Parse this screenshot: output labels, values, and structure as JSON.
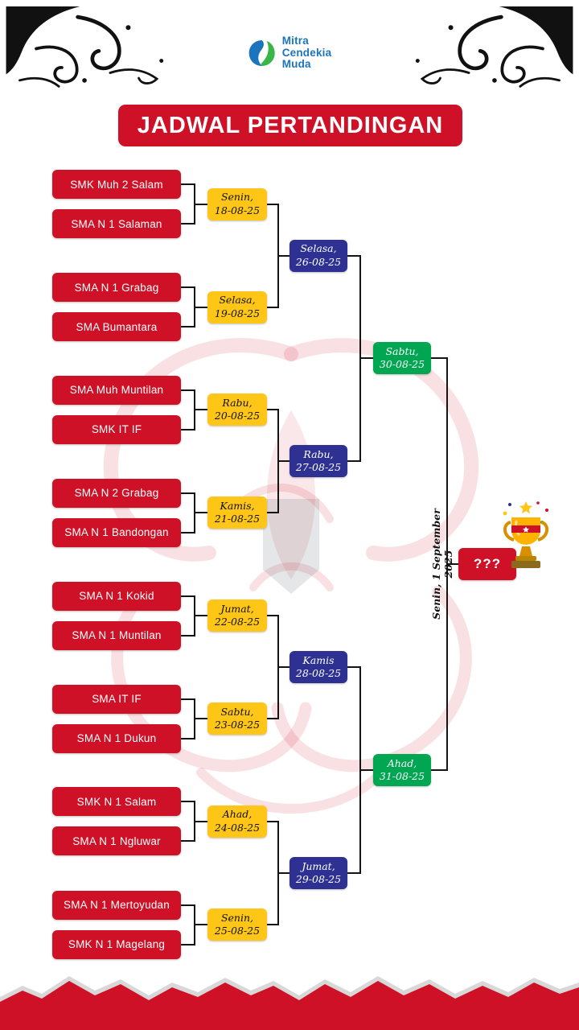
{
  "logo": {
    "name": "Mitra Cendekia Muda",
    "lines": [
      "Mitra",
      "Cendekia",
      "Muda"
    ]
  },
  "title": "JADWAL PERTANDINGAN",
  "bracket": {
    "round1": [
      {
        "team_a": "SMK Muh 2 Salam",
        "team_b": "SMA N 1 Salaman",
        "day": "Senin,",
        "date": "18-08-25"
      },
      {
        "team_a": "SMA N 1 Grabag",
        "team_b": "SMA Bumantara",
        "day": "Selasa,",
        "date": "19-08-25"
      },
      {
        "team_a": "SMA Muh Muntilan",
        "team_b": "SMK IT IF",
        "day": "Rabu,",
        "date": "20-08-25"
      },
      {
        "team_a": "SMA N 2 Grabag",
        "team_b": "SMA N 1 Bandongan",
        "day": "Kamis,",
        "date": "21-08-25"
      },
      {
        "team_a": "SMA N 1 Kokid",
        "team_b": "SMA N 1 Muntilan",
        "day": "Jumat,",
        "date": "22-08-25"
      },
      {
        "team_a": "SMA IT IF",
        "team_b": "SMA N 1 Dukun",
        "day": "Sabtu,",
        "date": "23-08-25"
      },
      {
        "team_a": "SMK N 1 Salam",
        "team_b": "SMA N 1 Ngluwar",
        "day": "Ahad,",
        "date": "24-08-25"
      },
      {
        "team_a": "SMA N 1 Mertoyudan",
        "team_b": "SMK N 1 Magelang",
        "day": "Senin,",
        "date": "25-08-25"
      }
    ],
    "round2": [
      {
        "day": "Selasa,",
        "date": "26-08-25"
      },
      {
        "day": "Rabu,",
        "date": "27-08-25"
      },
      {
        "day": "Kamis",
        "date": "28-08-25"
      },
      {
        "day": "Jumat,",
        "date": "29-08-25"
      }
    ],
    "round3": [
      {
        "day": "Sabtu,",
        "date": "30-08-25"
      },
      {
        "day": "Ahad,",
        "date": "31-08-25"
      }
    ],
    "final": {
      "schedule": "Senin, 1 September 2025",
      "winner": "???"
    }
  },
  "colors": {
    "red": "#CE1126",
    "yellow": "#FFC617",
    "blue": "#2E3192",
    "green": "#00A651",
    "logo_blue": "#1B75BC",
    "logo_green": "#39B54A",
    "line": "#141414"
  }
}
